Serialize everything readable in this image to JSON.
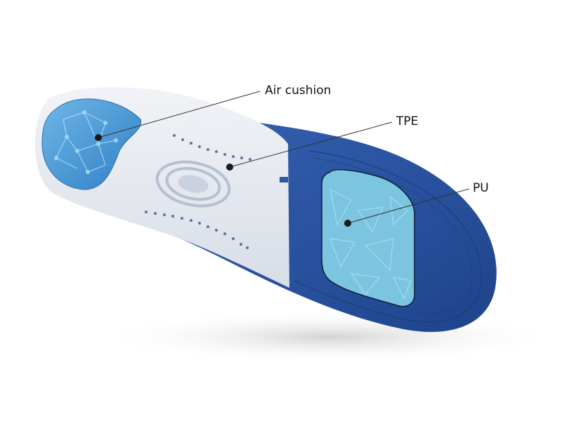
{
  "image": {
    "subject": "orthotic insole, bottom view",
    "background_color": "#ffffff"
  },
  "callouts": [
    {
      "id": "air-cushion",
      "label": "Air cushion",
      "target": "heel gel pad",
      "color": "#3f8fd0"
    },
    {
      "id": "tpe",
      "label": "TPE",
      "target": "arch support shell",
      "color": "#e6eaf0"
    },
    {
      "id": "pu",
      "label": "PU",
      "target": "forefoot pad",
      "color": "#7ec8e3"
    }
  ],
  "colors": {
    "insole_base": "#2b57a6",
    "insole_base_dark": "#1f4590",
    "tpe_shell": "#e4e8ef",
    "forefoot_pad": "#7cc5e0",
    "heel_gel": "#4a9ad6",
    "leader_line": "#333333",
    "leader_dot": "#1a1a1a"
  }
}
